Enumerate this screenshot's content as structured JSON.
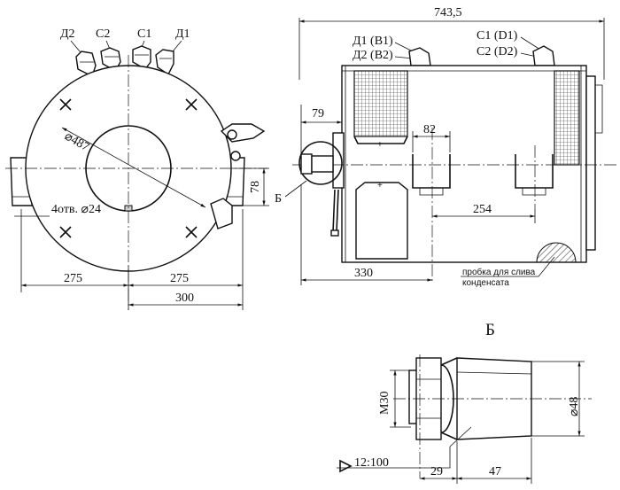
{
  "left_view": {
    "terminals": [
      "Д2",
      "С2",
      "С1",
      "Д1"
    ],
    "diameter": "⌀487",
    "holes": "4отв. ⌀24",
    "dim_left": "275",
    "dim_right": "275",
    "dim_bottom": "300",
    "dim_height": "78",
    "section_mark": "Б"
  },
  "right_view": {
    "overall_length": "743,5",
    "terminal_left_1": "Д1 (B1)",
    "terminal_left_2": "Д2 (B2)",
    "terminal_right_1": "С1 (D1)",
    "terminal_right_2": "С2 (D2)",
    "dim_79": "79",
    "dim_82": "82",
    "dim_254": "254",
    "dim_330": "330",
    "drain_note_1": "пробка для слива",
    "drain_note_2": "конденсата"
  },
  "detail_b": {
    "title": "Б",
    "thread": "M30",
    "diameter": "⌀48",
    "taper": "12:100",
    "dim_29": "29",
    "dim_47": "47"
  }
}
